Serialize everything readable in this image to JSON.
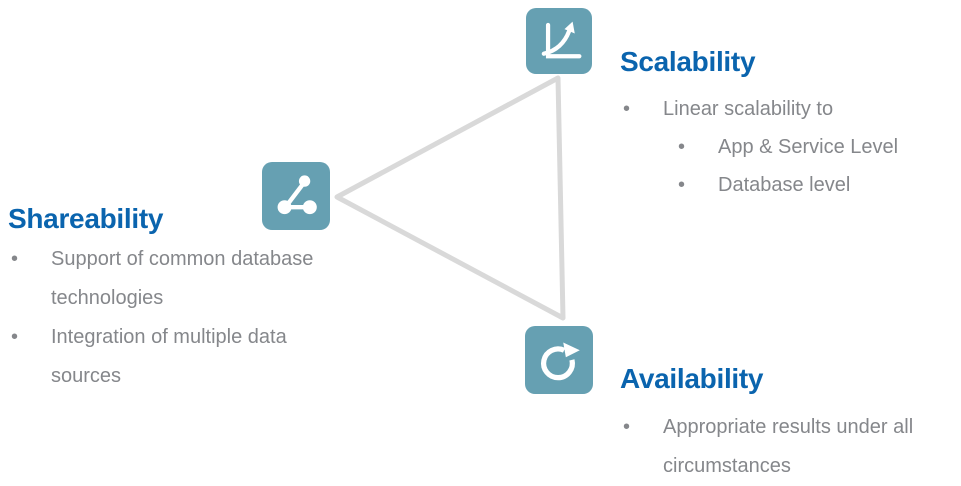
{
  "ui": {
    "bullet_char": "•",
    "colors": {
      "title_blue": "#0A64AE",
      "body_gray": "#85878B",
      "icon_teal": "#66A0B2",
      "icon_glyph_white": "#FFFFFF",
      "triangle_line_gray": "#D9D9D9",
      "background": "#FFFFFF"
    }
  },
  "diagram": {
    "nodes": [
      {
        "id": "scalability",
        "title": "Scalability",
        "icon": "growth-chart-icon",
        "bullets": [
          {
            "level": 1,
            "text": "Linear scalability to"
          },
          {
            "level": 2,
            "text": "App & Service Level"
          },
          {
            "level": 2,
            "text": "Database level"
          }
        ]
      },
      {
        "id": "shareability",
        "title": "Shareability",
        "icon": "share-nodes-icon",
        "bullets": [
          {
            "level": 1,
            "text": "Support of common database technologies"
          },
          {
            "level": 1,
            "text": "Integration of multiple data sources"
          }
        ]
      },
      {
        "id": "availability",
        "title": "Availability",
        "icon": "refresh-arrow-icon",
        "bullets": [
          {
            "level": 1,
            "text": "Appropriate results under all circumstances"
          }
        ]
      }
    ]
  }
}
